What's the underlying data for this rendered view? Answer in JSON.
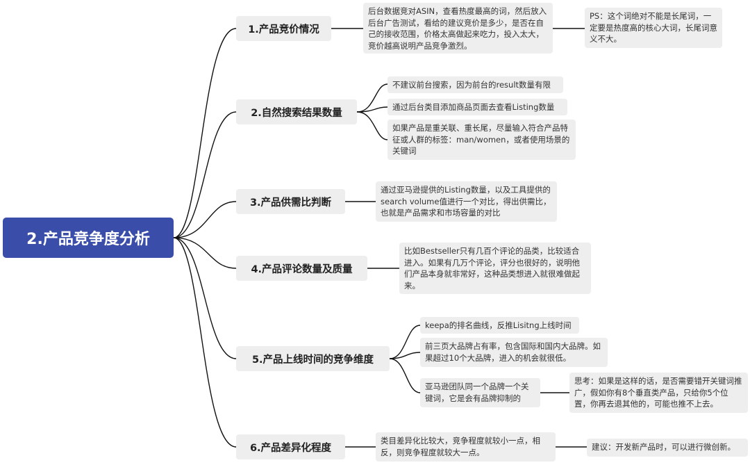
{
  "root": {
    "title": "2.产品竞争度分析"
  },
  "branches": [
    {
      "title": "1.产品竞价情况",
      "leaves": [
        "后台数据竞对ASIN，查看热度最高的词，然后放入后台广告测试，看给的建议竞价是多少，是否在自己的接收范围，价格太高做起来吃力，投入太大，竞价越高说明产品竞争激烈。"
      ],
      "notes": [
        "PS：这个词绝对不能是长尾词，一定要是热度高的核心大词，长尾词意义不大。"
      ]
    },
    {
      "title": "2.自然搜索结果数量",
      "leaves": [
        "不建议前台搜索，因为前台的result数量有限",
        "通过后台类目添加商品页面去查看Listing数量",
        "如果产品是重关联、重长尾，尽量输入符合产品特征或人群的标签：man/women，或者使用场景的关键词"
      ]
    },
    {
      "title": "3.产品供需比判断",
      "leaves": [
        "通过亚马逊提供的Listing数量，以及工具提供的search volume值进行一个对比，得出供需比，也就是产品需求和市场容量的对比"
      ]
    },
    {
      "title": "4.产品评论数量及质量",
      "leaves": [
        "比如Bestseller只有几百个评论的品类，比较适合进入。如果有几万个评论，评分也很好的，说明他们产品本身就非常好，这种品类想进入就很难做起来。"
      ]
    },
    {
      "title": "5.产品上线时间的竞争维度",
      "leaves": [
        "keepa的排名曲线，反推Lisitng上线时间",
        "前三页大品牌占有率，包含国际和国内大品牌。如果超过10个大品牌，进入的机会就很低。",
        "亚马逊团队同一个品牌一个关键词，它是会有品牌抑制的"
      ],
      "notes": [
        "思考：如果是这样的话，是否需要错开关键词推广，假如你有8个垂直类产品，只给你5个位置，你再去退其他的，可能也推不上去。"
      ]
    },
    {
      "title": "6.产品差异化程度",
      "leaves": [
        "类目差异化比较大，竞争程度就较小一点，相反，则竞争程度就较大一点。"
      ],
      "notes": [
        "建议：开发新产品时，可以进行微创新。"
      ]
    }
  ]
}
